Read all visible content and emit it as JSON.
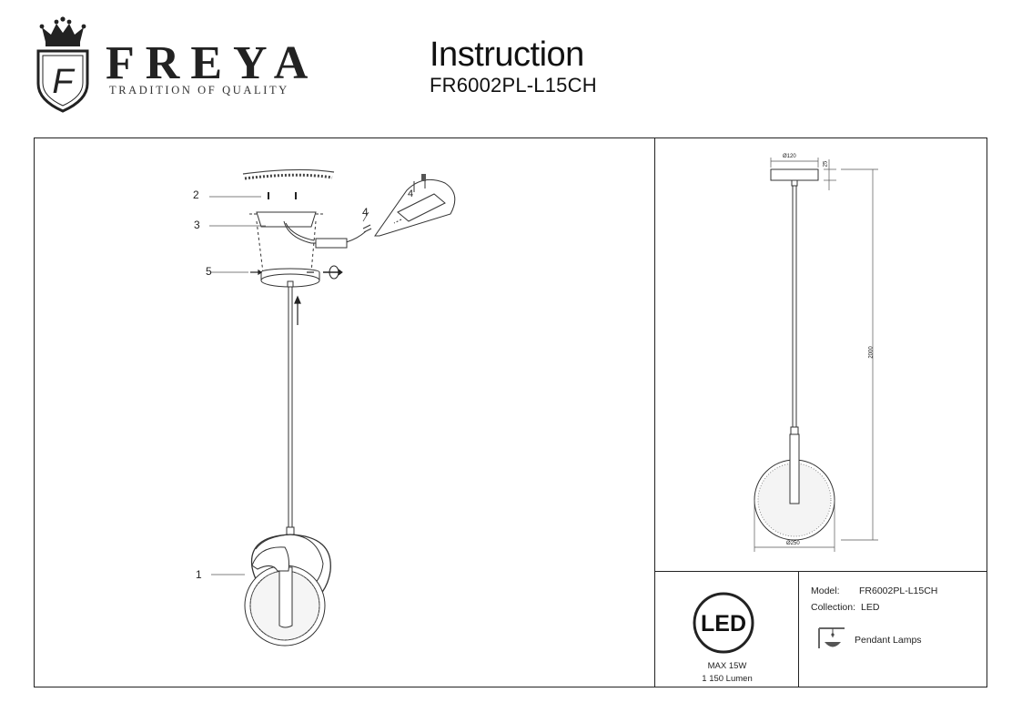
{
  "brand": {
    "name": "FREYA",
    "tagline": "TRADITION OF QUALITY",
    "monogram": "F"
  },
  "document": {
    "title": "Instruction",
    "model_code": "FR6002PL-L15CH"
  },
  "assembly_callouts": [
    "1",
    "2",
    "3",
    "4",
    "5"
  ],
  "dimensions": {
    "canopy_diameter": "Ø120",
    "canopy_height": "25",
    "total_height": "2000",
    "shade_diameter": "Ø250"
  },
  "led_badge": {
    "label": "LED",
    "max_power": "MAX 15W",
    "luminous_flux": "1 150 Lumen"
  },
  "product_info": {
    "model_label": "Model:",
    "model_value": "FR6002PL-L15CH",
    "collection_label": "Collection:",
    "collection_value": "LED",
    "category": "Pendant Lamps"
  },
  "icons": [
    "crown-icon",
    "shield-icon",
    "rotate-icon",
    "arrow-up-icon",
    "pendant-lamp-icon"
  ]
}
